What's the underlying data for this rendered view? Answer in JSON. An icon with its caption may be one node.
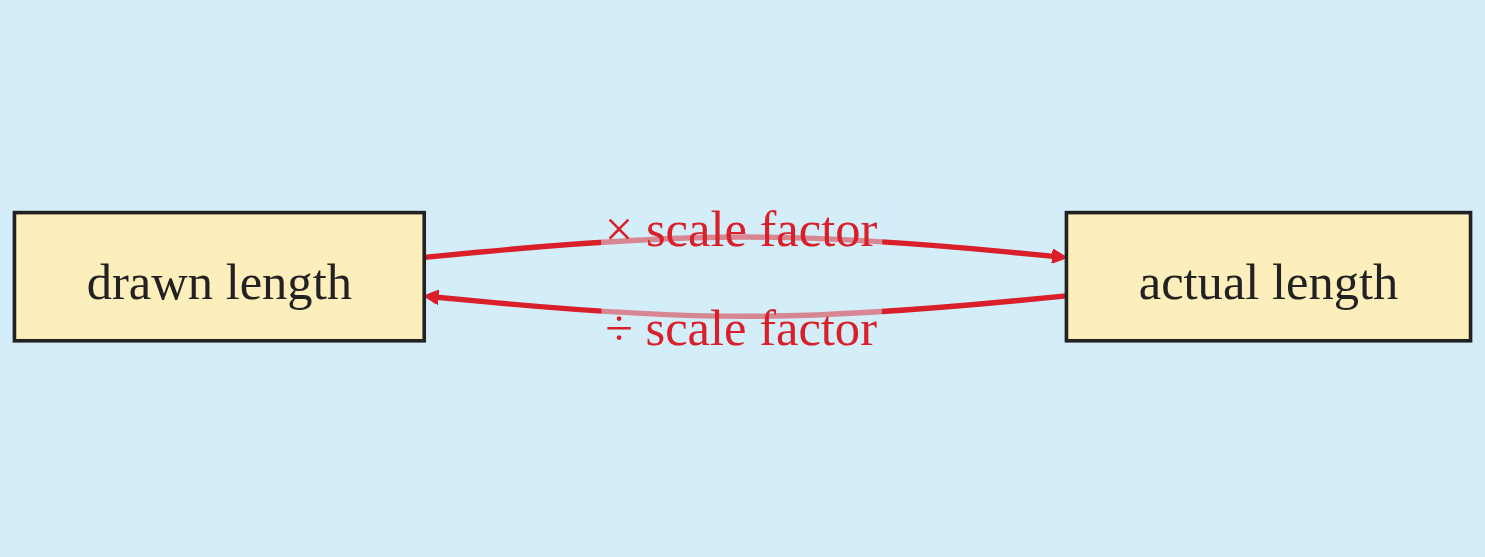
{
  "diagram": {
    "nodes": [
      {
        "text": [
          "drawn length"
        ]
      },
      {
        "text": [
          "actual length"
        ]
      }
    ],
    "edges": [
      {
        "from": 0,
        "to": 1,
        "arrow": "to",
        "label": "× scale factor"
      },
      {
        "from": 1,
        "to": 0,
        "arrow": "to",
        "label": "÷ scale factor"
      }
    ]
  }
}
